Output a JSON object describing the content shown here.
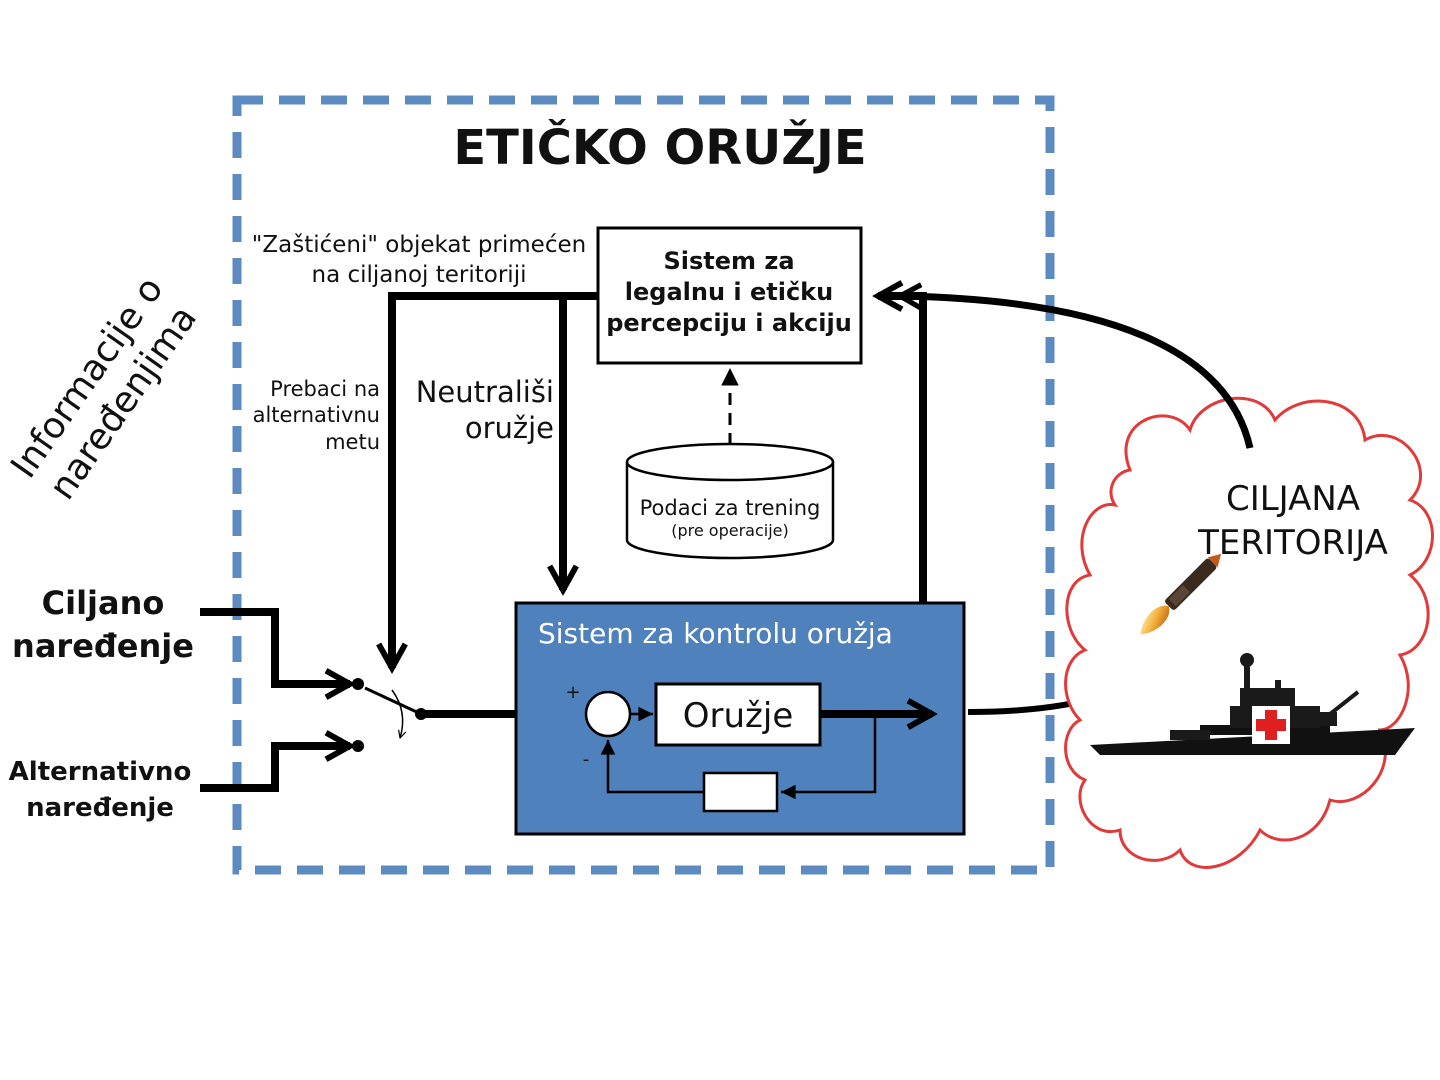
{
  "title": "ETIČKO ORUŽJE",
  "side_label": [
    "Informacije o",
    "naređenjima"
  ],
  "inputs": {
    "targeted": [
      "Ciljano",
      "naređenje"
    ],
    "alternative": [
      "Alternativno",
      "naređenje"
    ]
  },
  "annotations": {
    "protected_object": [
      "\"Zaštićeni\" objekat primećen",
      "na ciljanoj teritoriji"
    ],
    "switch_target": [
      "Prebaci na",
      "alternativnu",
      "metu"
    ],
    "neutralize": [
      "Neutrališi",
      "oružje"
    ]
  },
  "ethics_box": [
    "Sistem za",
    "legalnu i etičku",
    "percepciju i akciju"
  ],
  "training_data": {
    "label": "Podaci za trening",
    "sub": "(pre operacije)"
  },
  "control_system": {
    "title": "Sistem za kontrolu oružja",
    "weapon": "Oružje",
    "plus": "+",
    "minus": "-"
  },
  "target_territory": [
    "CILJANA",
    "TERITORIJA"
  ],
  "colors": {
    "dashed_border": "#5b8bc0",
    "control_fill": "#4f81bd",
    "cloud_stroke": "#e03a3a",
    "red_cross": "#e02020",
    "ink": "#000000"
  }
}
